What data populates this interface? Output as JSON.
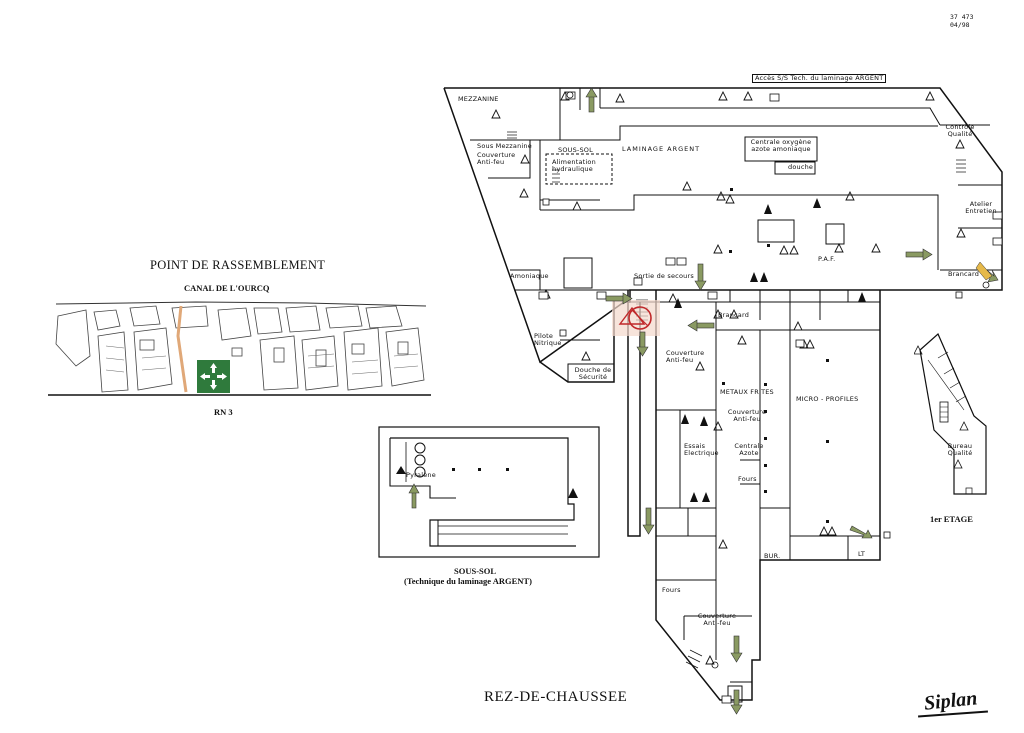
{
  "doc_ref": {
    "number": "37 473",
    "date": "04/98"
  },
  "assembly": {
    "title": "POINT DE RASSEMBLEMENT",
    "canal": "CANAL DE L'OURCQ",
    "road": "RN 3"
  },
  "basement": {
    "title": "SOUS-SOL",
    "subtitle": "(Technique du laminage ARGENT)",
    "room": "Pyralène"
  },
  "first_floor": {
    "title": "1er ETAGE",
    "room": "Bureau Qualité"
  },
  "ground_floor_title": "REZ-DE-CHAUSSEE",
  "signature": "Siplan",
  "rooms": {
    "acces": "Accès S/S Tech. du laminage ARGENT",
    "mezzanine": "MEZZANINE",
    "sous_mezzanine": "Sous Mezzanine",
    "couverture_anti_feu": "Couverture Anti-feu",
    "sous_sol": "SOUS-SOL",
    "alimentation": "Alimentation hydraulique",
    "laminage": "LAMINAGE ARGENT",
    "centrale_oxygene": "Centrale oxygène azote amoniaque",
    "douche": "douche",
    "controle_qualite": "Contrôle Qualité",
    "atelier_entretien": "Atelier Entretien",
    "paf": "P.A.F.",
    "brancard": "Brancard",
    "amoniaque": "Amoniaque",
    "sortie_secours": "Sortie de secours",
    "pilote_nitrique": "Pilote Nitrique",
    "douche_securite": "Douche de Sécurité",
    "metaux_frites": "METAUX FRITES",
    "micro_profiles": "MICRO - PROFILES",
    "essais_electrique": "Essais Electrique",
    "centrale_azote": "Centrale Azote",
    "fours": "Fours",
    "bur": "BUR.",
    "lt": "LT"
  }
}
